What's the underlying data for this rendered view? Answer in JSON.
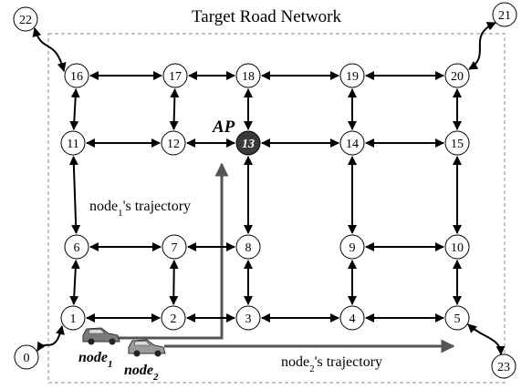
{
  "title": "Target Road Network",
  "access_point_label": "AP",
  "nodes": [
    {
      "id": "0"
    },
    {
      "id": "1"
    },
    {
      "id": "2"
    },
    {
      "id": "3"
    },
    {
      "id": "4"
    },
    {
      "id": "5"
    },
    {
      "id": "6"
    },
    {
      "id": "7"
    },
    {
      "id": "8"
    },
    {
      "id": "9"
    },
    {
      "id": "10"
    },
    {
      "id": "11"
    },
    {
      "id": "12"
    },
    {
      "id": "13",
      "highlighted": true
    },
    {
      "id": "14"
    },
    {
      "id": "15"
    },
    {
      "id": "16"
    },
    {
      "id": "17"
    },
    {
      "id": "18"
    },
    {
      "id": "19"
    },
    {
      "id": "20"
    },
    {
      "id": "21"
    },
    {
      "id": "22"
    },
    {
      "id": "23"
    }
  ],
  "links": [
    [
      "16",
      "17"
    ],
    [
      "17",
      "18"
    ],
    [
      "18",
      "19"
    ],
    [
      "19",
      "20"
    ],
    [
      "11",
      "12"
    ],
    [
      "12",
      "13"
    ],
    [
      "13",
      "14"
    ],
    [
      "14",
      "15"
    ],
    [
      "6",
      "7"
    ],
    [
      "7",
      "8"
    ],
    [
      "9",
      "10"
    ],
    [
      "1",
      "2"
    ],
    [
      "2",
      "3"
    ],
    [
      "3",
      "4"
    ],
    [
      "4",
      "5"
    ],
    [
      "16",
      "11"
    ],
    [
      "11",
      "6"
    ],
    [
      "6",
      "1"
    ],
    [
      "17",
      "12"
    ],
    [
      "7",
      "2"
    ],
    [
      "18",
      "13"
    ],
    [
      "13",
      "8"
    ],
    [
      "8",
      "3"
    ],
    [
      "19",
      "14"
    ],
    [
      "14",
      "9"
    ],
    [
      "9",
      "4"
    ],
    [
      "20",
      "15"
    ],
    [
      "15",
      "10"
    ],
    [
      "10",
      "5"
    ]
  ],
  "external_links": [
    [
      "0",
      "1"
    ],
    [
      "22",
      "16"
    ],
    [
      "21",
      "20"
    ],
    [
      "23",
      "5"
    ]
  ],
  "vehicles": [
    {
      "base": "node",
      "sub": "1",
      "color": "#7a7a7a"
    },
    {
      "base": "node",
      "sub": "2",
      "color": "#9a9a9a"
    }
  ],
  "trajectories": [
    {
      "base": "node",
      "sub": "1",
      "suffix": "'s trajectory"
    },
    {
      "base": "node",
      "sub": "2",
      "suffix": "'s trajectory"
    }
  ],
  "colors": {
    "highlight_fill": "#3a3a3a",
    "trajectory": "#555555",
    "link": "#000000",
    "boundary": "#888888"
  }
}
